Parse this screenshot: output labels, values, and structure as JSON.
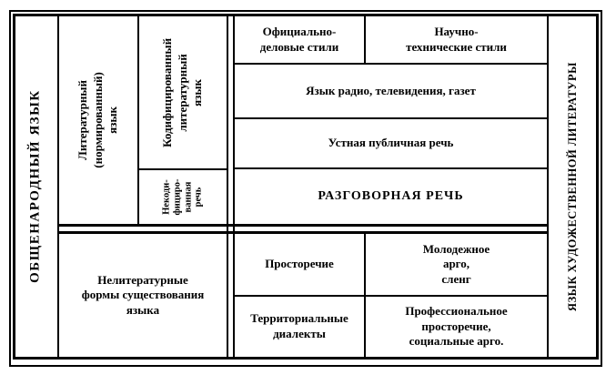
{
  "figure": {
    "left_axis": {
      "label": "ОБЩЕНАРОДНЫЙ ЯЗЫК"
    },
    "right_axis": {
      "label": "ЯЗЫК ХУДОЖЕСТВЕННОЙ ЛИТЕРАТУРЫ"
    },
    "literary_branch": {
      "label": "Литературный\n(нормированный)\nязык",
      "codified_label": "Кодифицированный\nлитературный\nязык",
      "noncodified_label": "Некоди-\nфициро-\nванная\nречь",
      "cells": {
        "official_business": "Официально-\nделовые стили",
        "scientific_technical": "Научно-\nтехнические стили",
        "media": "Язык радио, телевидения, газет",
        "oral_public": "Устная публичная речь",
        "colloquial": "РАЗГОВОРНАЯ РЕЧЬ"
      }
    },
    "nonliterary_branch": {
      "label": "Нелитературные\nформы существования\nязыка",
      "cells": {
        "prostorechie": "Просторечие",
        "youth_argot": "Молодежное\nарго,\nсленг",
        "territorial_dialects": "Территориальные\nдиалекты",
        "professional_argot": "Профессиональное\nпросторечие,\nсоциальные арго."
      }
    },
    "colors": {
      "ink": "#000000",
      "paper": "#ffffff"
    }
  }
}
